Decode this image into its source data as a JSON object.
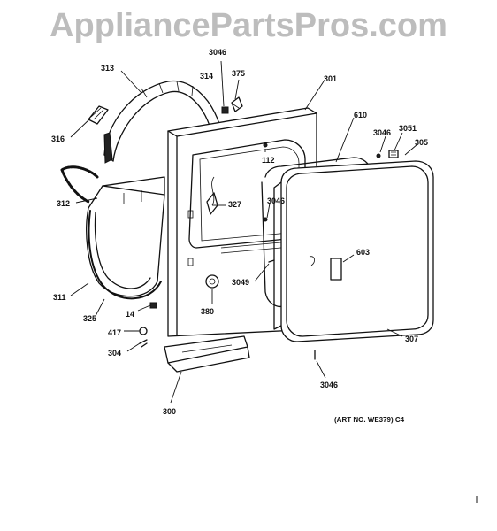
{
  "watermark": "AppliancePartsPros.com",
  "art_note": "(ART NO. WE379) C4",
  "callouts": {
    "p313": "313",
    "p3046_top": "3046",
    "p314": "314",
    "p375": "375",
    "p301": "301",
    "p610": "610",
    "p3046_right": "3046",
    "p3051": "3051",
    "p305": "305",
    "p316": "316",
    "p112": "112",
    "p312": "312",
    "p327": "327",
    "p3046_mid": "3046",
    "p603": "603",
    "p311": "311",
    "p3049": "3049",
    "p325": "325",
    "p14": "14",
    "p380": "380",
    "p417": "417",
    "p307": "307",
    "p304": "304",
    "p3046_bottom": "3046",
    "p300": "300"
  }
}
